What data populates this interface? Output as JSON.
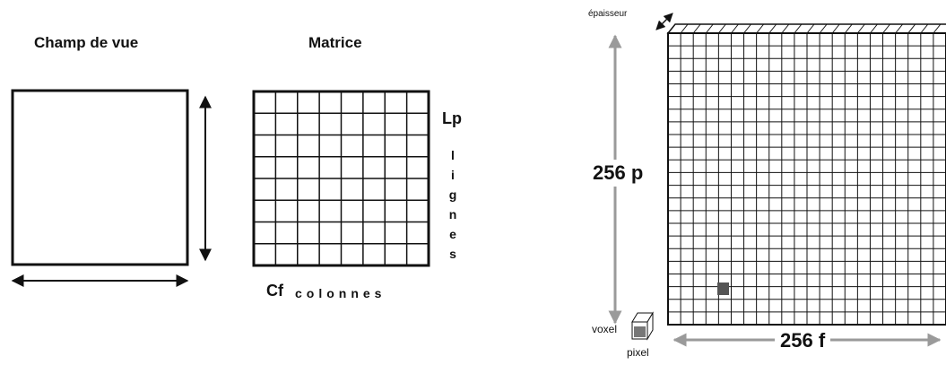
{
  "field_of_view": {
    "title": "Champ de vue"
  },
  "matrix": {
    "title": "Matrice",
    "rows_label": "Lp",
    "rows_word_letters": [
      "l",
      "i",
      "g",
      "n",
      "e",
      "s"
    ],
    "cols_label": "Cf",
    "cols_word": "colonnes"
  },
  "volume": {
    "thickness_label": "épaisseur",
    "rows_label": "256 p",
    "cols_label": "256 f",
    "voxel_label": "voxel",
    "pixel_label": "pixel"
  },
  "colors": {
    "line": "#111111",
    "grey_arrow": "#9a9a9a",
    "highlight": "#555555",
    "voxel": "#777777"
  }
}
